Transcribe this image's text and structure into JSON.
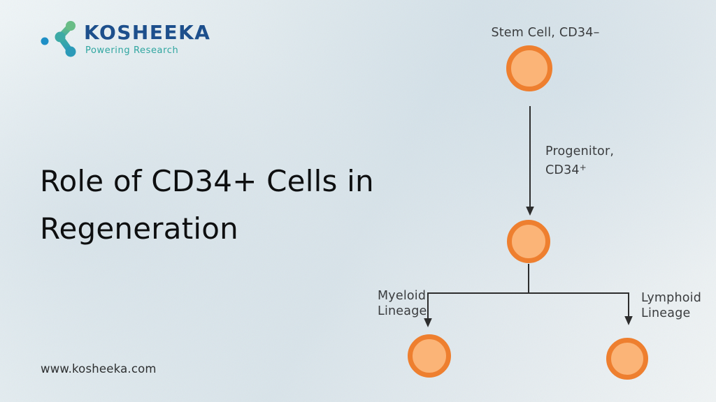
{
  "brand": {
    "name": "KOSHEEKA",
    "tagline": "Powering Research",
    "colors": {
      "name": "#1d4f8c",
      "tagline": "#2fa6a0",
      "mark_dot": "#1e8fc6",
      "mark_top": "#69bd86",
      "mark_bottom": "#2b9ab8"
    }
  },
  "title": {
    "line1": "Role of CD34+ Cells in",
    "line2": "Regeneration"
  },
  "footer": {
    "website": "www.kosheeka.com"
  },
  "diagram": {
    "type": "flowchart",
    "node_fill": "#fbb477",
    "node_border": "#ee7f2f",
    "line_color": "#2d2d2d",
    "labels": {
      "stem": "Stem Cell, CD34–",
      "progenitor_line1": "Progenitor,",
      "progenitor_line2": "CD34",
      "progenitor_sup": "+",
      "myeloid_line1": "Myeloid",
      "myeloid_line2": "Lineage",
      "lymphoid_line1": "Lymphoid",
      "lymphoid_line2": "Lineage"
    },
    "structure": "Stem Cell (CD34–) → Progenitor (CD34+) → branches to Myeloid Lineage and Lymphoid Lineage"
  }
}
